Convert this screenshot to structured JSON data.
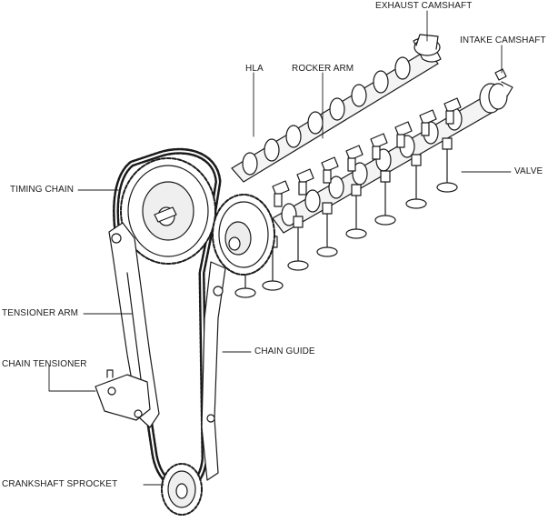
{
  "labels": {
    "exhaust_camshaft": "EXHAUST CAMSHAFT",
    "intake_camshaft": "INTAKE CAMSHAFT",
    "hla": "HLA",
    "rocker_arm": "ROCKER ARM",
    "valve": "VALVE",
    "timing_chain": "TIMING CHAIN",
    "tensioner_arm": "TENSIONER ARM",
    "chain_guide": "CHAIN GUIDE",
    "chain_tensioner": "CHAIN TENSIONER",
    "crankshaft_sprocket": "CRANKSHAFT SPROCKET"
  },
  "colors": {
    "line": "#1a1a1a",
    "fill": "#ffffff",
    "shade": "#d8d8d8"
  }
}
